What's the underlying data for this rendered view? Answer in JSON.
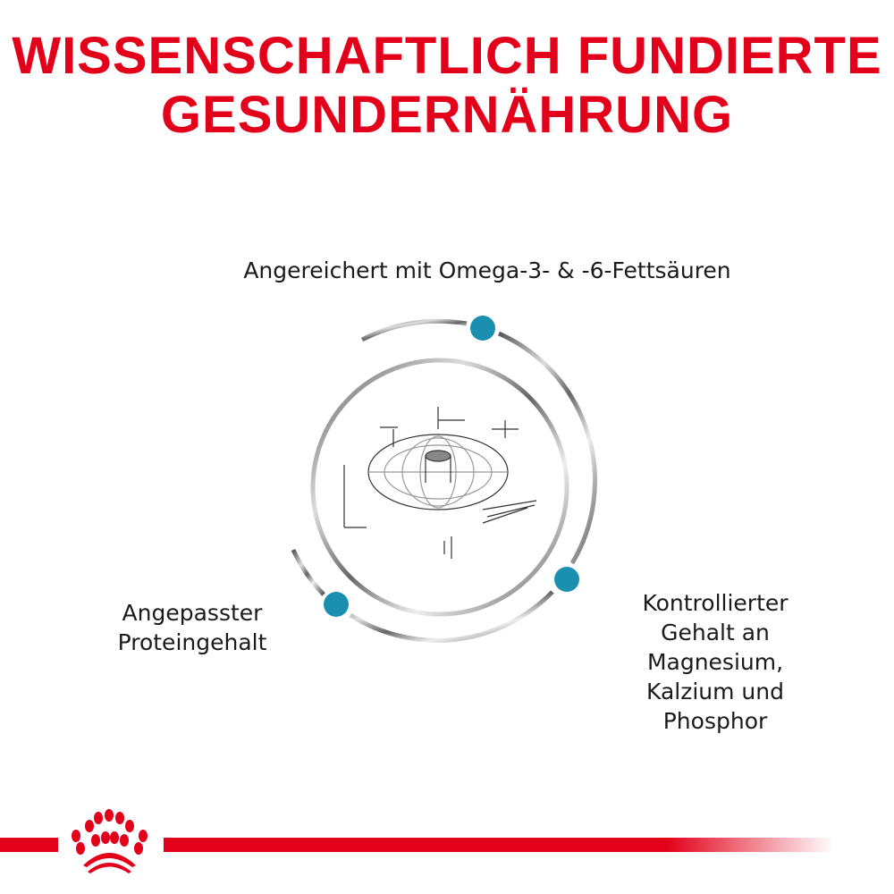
{
  "header": {
    "title_line1": "WISSENSCHAFTLICH FUNDIERTE",
    "title_line2": "GESUNDERNÄHRUNG"
  },
  "features": [
    {
      "label": "Angereichert mit Omega-3- & -6-Fettsäuren"
    },
    {
      "label_lines": [
        "Angepasster",
        "Proteingehalt"
      ]
    },
    {
      "label_lines": [
        "Kontrollierter",
        "Gehalt an",
        "Magnesium,",
        "Kalzium und",
        "Phosphor"
      ]
    }
  ],
  "colors": {
    "brand_red": "#e2001a",
    "dot_teal": "#1a8fb0",
    "ring_gray": "#777777"
  },
  "icons": {
    "logo": "royal-canin-crown-logo",
    "center": "kibble-sketch"
  }
}
